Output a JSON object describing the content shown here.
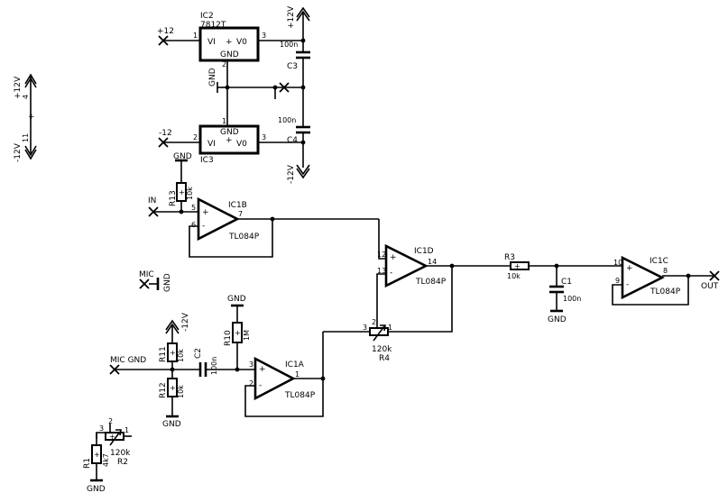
{
  "ic": {
    "ic2": {
      "name": "IC2",
      "type": "7812T",
      "vi": "VI",
      "vo": "V0",
      "gnd": "GND",
      "p1": "1",
      "p2": "2",
      "p3": "3",
      "plus": "+"
    },
    "ic3": {
      "name": "IC3",
      "vi": "VI",
      "vo": "V0",
      "gnd": "GND",
      "p1": "1",
      "p2": "2",
      "p3": "3",
      "plus": "+"
    },
    "ic1b": {
      "name": "IC1B",
      "part": "TL084P",
      "pin_pos": "5",
      "pin_neg": "6",
      "pin_out": "7"
    },
    "ic1d": {
      "name": "IC1D",
      "part": "TL084P",
      "pin_pos": "12",
      "pin_neg": "13",
      "pin_out": "14"
    },
    "ic1a": {
      "name": "IC1A",
      "part": "TL084P",
      "pin_pos": "3",
      "pin_neg": "2",
      "pin_out": "1"
    },
    "ic1c": {
      "name": "IC1C",
      "part": "TL084P",
      "pin_pos": "10",
      "pin_neg": "9",
      "pin_out": "8"
    }
  },
  "nets": {
    "p12": "+12",
    "m12": "-12",
    "p12v": "+12V",
    "m12v": "-12V",
    "gnd": "GND",
    "in": "IN",
    "out": "OUT",
    "mic": "MIC",
    "mic_gnd": "MIC GND"
  },
  "power_block": {
    "p12v": "+12V",
    "pin4": "4",
    "plus": "+",
    "m12v": "-12V",
    "pin11": "11"
  },
  "parts": {
    "c3": {
      "name": "C3",
      "value": "100n"
    },
    "c4": {
      "name": "C4",
      "value": "100n"
    },
    "c1": {
      "name": "C1",
      "value": "100n"
    },
    "c2": {
      "name": "C2",
      "value": "100n"
    },
    "r13": {
      "name": "R13",
      "value": "10k"
    },
    "r3": {
      "name": "R3",
      "value": "10k"
    },
    "r4": {
      "name": "R4",
      "value": "120k",
      "p1": "1",
      "p2": "2",
      "p3": "3"
    },
    "r10": {
      "name": "R10",
      "value": "1M"
    },
    "r11": {
      "name": "R11",
      "value": "10k"
    },
    "r12": {
      "name": "R12",
      "value": "10k"
    },
    "r1": {
      "name": "R1",
      "value": "4k7"
    },
    "r2": {
      "name": "R2",
      "value": "120k",
      "p1": "1",
      "p2": "2",
      "p3": "3"
    }
  },
  "signs": {
    "plus": "+",
    "minus": "-"
  }
}
